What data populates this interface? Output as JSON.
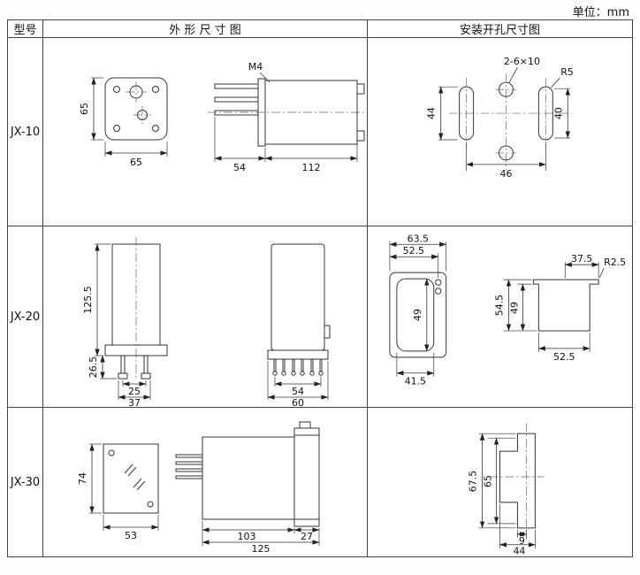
{
  "unit_label": "单位：mm",
  "headers": {
    "model": "型号",
    "outline": "外 形 尺 寸 图",
    "mounting": "安装开孔尺寸图"
  },
  "jx10": {
    "model": "JX-10",
    "front_height": "65",
    "front_width": "65",
    "thread_label": "M4",
    "stud_length": "54",
    "body_length": "112",
    "hole_label": "2-6×10",
    "corner_radius": "R5",
    "hole_left_height": "44",
    "hole_right_height": "40",
    "hole_width": "46"
  },
  "jx20": {
    "model": "JX-20",
    "body_height": "125.5",
    "pin_height": "26.5",
    "pin_pitch": "25",
    "pin_row_width": "37",
    "side_pin_span": "54",
    "side_base_width": "60",
    "cut_outer_width": "63.5",
    "cut_inner_width": "52.5",
    "cut_height": "49",
    "cut_bottom_width": "41.5",
    "panel_top_width": "37.5",
    "panel_radius": "R2.5",
    "panel_outer_height": "54.5",
    "panel_inner_height": "49",
    "panel_bottom_width": "52.5"
  },
  "jx30": {
    "model": "JX-30",
    "front_height": "74",
    "front_width": "53",
    "body_length": "103",
    "bracket_width": "27",
    "total_length": "125",
    "cut_outer_height": "67.5",
    "cut_inner_height": "65",
    "cut_tab_width": "9",
    "cut_width": "44"
  }
}
